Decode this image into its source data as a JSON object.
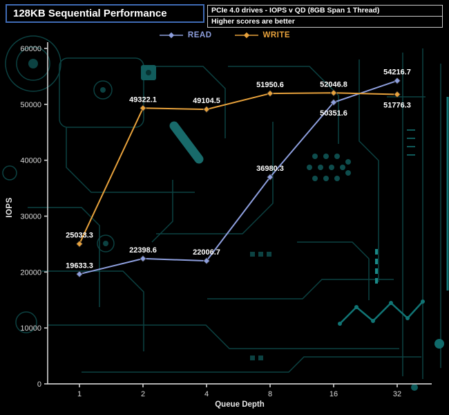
{
  "header": {
    "title": "128KB Sequential Performance",
    "subtitle": "PCIe 4.0 drives - IOPS v QD (8GB Span 1 Thread)",
    "note": "Higher scores are better"
  },
  "colors": {
    "background": "#000000",
    "read": "#8e9fde",
    "write": "#e8a23c",
    "title_border": "#3f6bb5",
    "box_border": "#c9c9c9",
    "axis": "#c9c9c9",
    "tick_text": "#d9d9d9",
    "data_label": "#ffffff",
    "circuit_dim": "#0c4242",
    "circuit_bright": "#15807d"
  },
  "chart_data": {
    "type": "line",
    "title": "128KB Sequential Performance",
    "subtitle": "PCIe 4.0 drives - IOPS v QD (8GB Span 1 Thread)",
    "note": "Higher scores are better",
    "xlabel": "Queue Depth",
    "ylabel": "IOPS",
    "categories": [
      "1",
      "2",
      "4",
      "8",
      "16",
      "32"
    ],
    "ylim": [
      0,
      60000
    ],
    "ytick_interval": 10000,
    "yticks": [
      "0",
      "10000",
      "20000",
      "30000",
      "40000",
      "50000",
      "60000"
    ],
    "grid": false,
    "legend_position": "top",
    "series": [
      {
        "name": "READ",
        "color": "#8e9fde",
        "values": [
          19633.3,
          22398.6,
          22006.7,
          36980.3,
          50351.6,
          54216.7
        ],
        "labels": [
          "19633.3",
          "22398.6",
          "22006.7",
          "36980.3",
          "50351.6",
          "54216.7"
        ],
        "label_side": [
          "above",
          "above",
          "above",
          "above",
          "below",
          "above"
        ]
      },
      {
        "name": "WRITE",
        "color": "#e8a23c",
        "values": [
          25033.3,
          49322.1,
          49104.5,
          51950.6,
          52046.8,
          51776.3
        ],
        "labels": [
          "25033.3",
          "49322.1",
          "49104.5",
          "51950.6",
          "52046.8",
          "51776.3"
        ],
        "label_side": [
          "above",
          "above",
          "above",
          "above",
          "above",
          "below"
        ]
      }
    ]
  }
}
